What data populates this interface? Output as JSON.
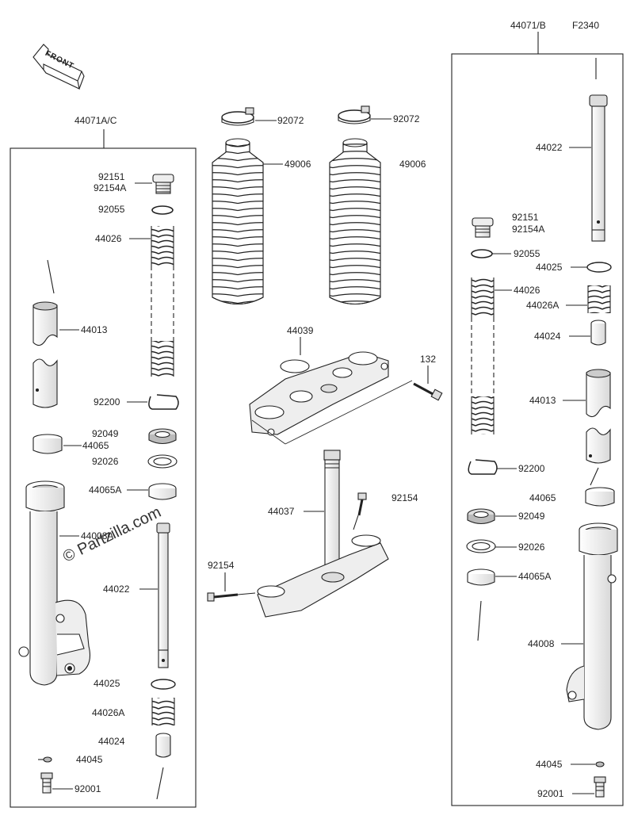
{
  "diagram_code": "F2340",
  "front_label": "FRONT",
  "watermark": "Partzilla.com",
  "copyright_symbol": "©",
  "assemblies": {
    "left": "44071A/C",
    "right": "44071/B"
  },
  "callouts": {
    "l_92151": "92151",
    "l_92154a": "92154A",
    "l_92055": "92055",
    "l_44026": "44026",
    "l_44013": "44013",
    "l_92200": "92200",
    "l_92049": "92049",
    "l_44065": "44065",
    "l_92026": "92026",
    "l_44065a": "44065A",
    "l_44008a": "44008A",
    "l_44022": "44022",
    "l_44025": "44025",
    "l_44026a": "44026A",
    "l_44024": "44024",
    "l_44045": "44045",
    "l_92001": "92001",
    "c_92072a": "92072",
    "c_92072b": "92072",
    "c_49006a": "49006",
    "c_49006b": "49006",
    "c_44039": "44039",
    "c_132": "132",
    "c_44037": "44037",
    "c_92154a": "92154",
    "c_92154b": "92154",
    "r_44022": "44022",
    "r_92151": "92151",
    "r_92154a": "92154A",
    "r_92055": "92055",
    "r_44025": "44025",
    "r_44026": "44026",
    "r_44026a": "44026A",
    "r_44024": "44024",
    "r_44013": "44013",
    "r_92200": "92200",
    "r_44065": "44065",
    "r_92049": "92049",
    "r_92026": "92026",
    "r_44065a": "44065A",
    "r_44008": "44008",
    "r_44045": "44045",
    "r_92001": "92001"
  }
}
